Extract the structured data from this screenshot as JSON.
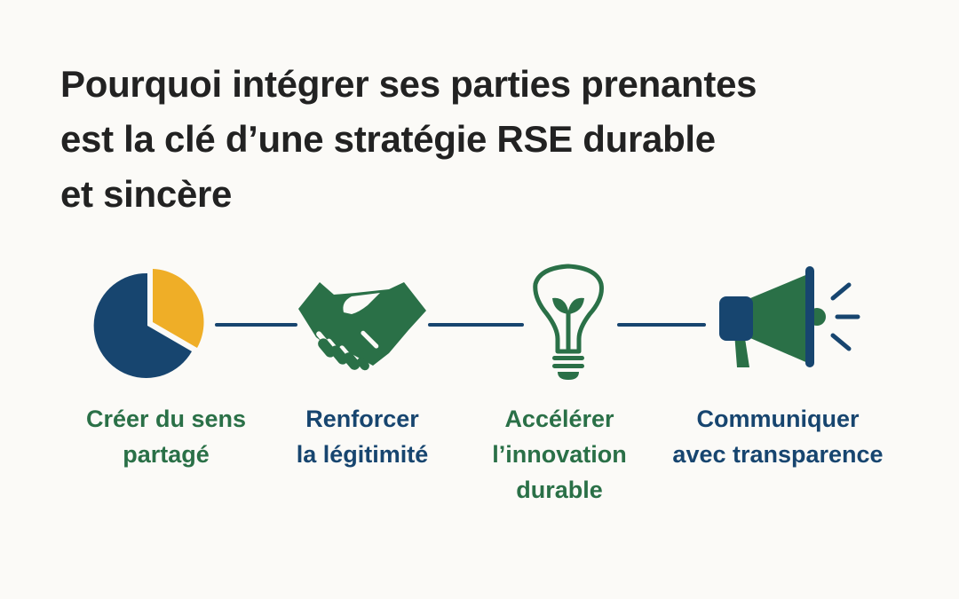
{
  "title": {
    "lines": [
      "Pourquoi intégrer ses parties prenantes",
      "est la clé d’une stratégie RSE durable",
      "et sincère"
    ]
  },
  "steps": [
    {
      "icon": "pie-chart-icon",
      "lines": [
        "Créer du sens",
        "partagé"
      ]
    },
    {
      "icon": "handshake-icon",
      "lines": [
        "Renforcer",
        "la légitimité"
      ]
    },
    {
      "icon": "lightbulb-sprout-icon",
      "lines": [
        "Accélérer",
        "l’innovation",
        "durable"
      ]
    },
    {
      "icon": "megaphone-icon",
      "lines": [
        "Communiquer",
        "avec transparence"
      ]
    }
  ],
  "colors": {
    "navy": "#17456f",
    "green": "#2a7047",
    "yellow": "#efae27",
    "background": "#fbfaf7"
  }
}
